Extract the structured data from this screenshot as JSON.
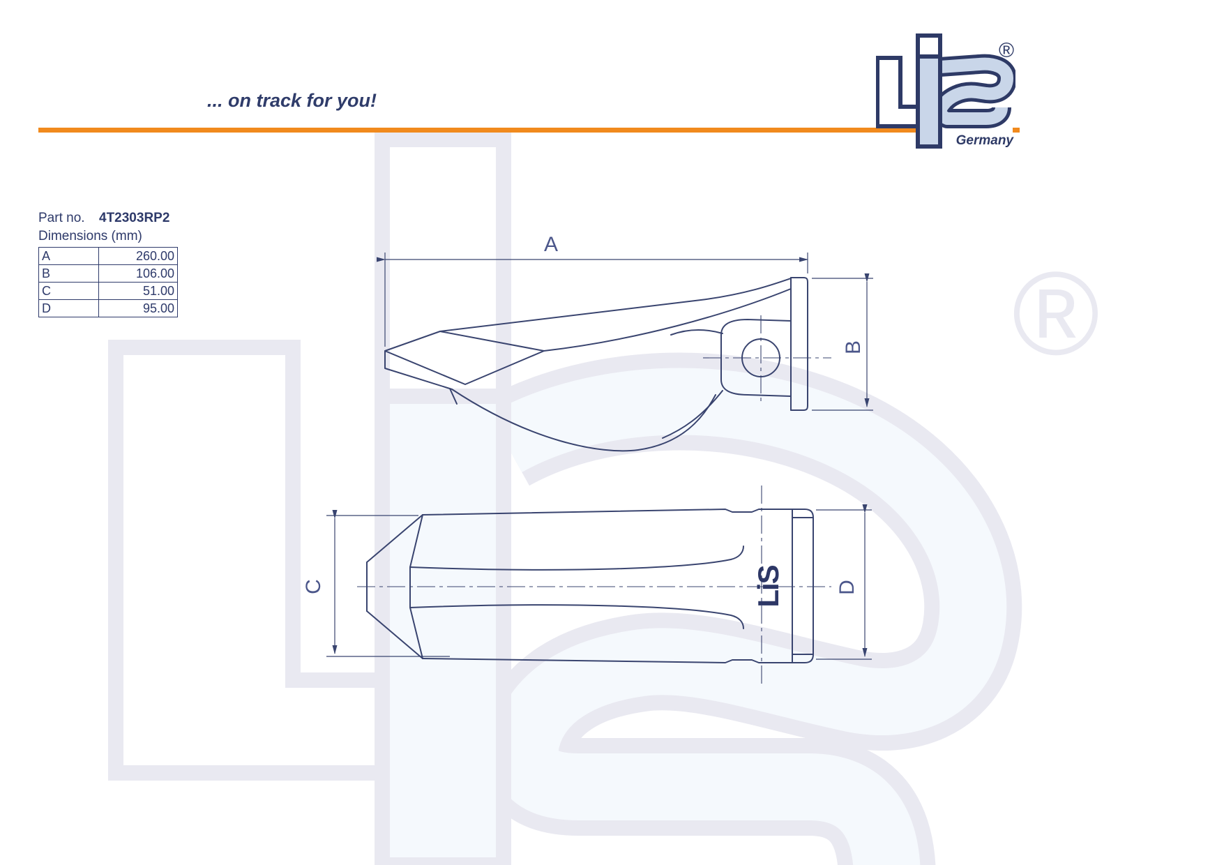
{
  "header": {
    "tagline": "... on track for you!",
    "rule_color": "#f18a1d"
  },
  "logo": {
    "name": "LIS",
    "registered_mark": "®",
    "country": "Germany",
    "navy": "#2e3a66",
    "light_blue": "#c9d6e9"
  },
  "part": {
    "label": "Part no.",
    "number": "4T2303RP2"
  },
  "dimensions": {
    "title": "Dimensions (mm)",
    "rows": [
      {
        "key": "A",
        "value": "260.00"
      },
      {
        "key": "B",
        "value": "106.00"
      },
      {
        "key": "C",
        "value": "51.00"
      },
      {
        "key": "D",
        "value": "95.00"
      }
    ]
  },
  "drawing": {
    "line_color": "#39446f",
    "labels": {
      "a": "A",
      "b": "B",
      "c": "C",
      "d": "D"
    },
    "stamp": "LiS"
  },
  "watermark": {
    "stroke_color": "#e9e9f1",
    "fill_color": "#f5f9fd",
    "registered_mark": "®"
  }
}
